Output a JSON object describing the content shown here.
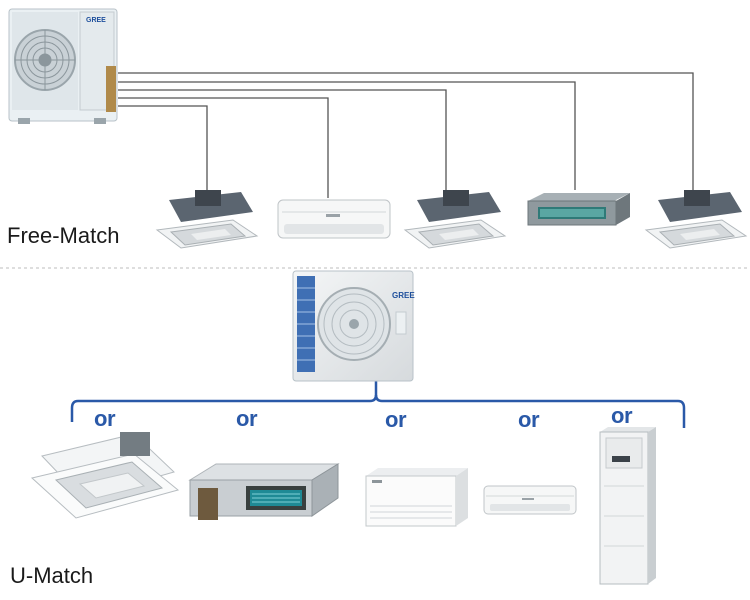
{
  "brand": {
    "name": "GREE",
    "color": "#1e4f9c"
  },
  "colors": {
    "pipe": "#555555",
    "bracket": "#2a59a8",
    "or_text": "#2a59a8",
    "divider": "#bdbdbd"
  },
  "sections": {
    "free_match": {
      "label": "Free-Match",
      "outdoor_unit": {
        "icon": "outdoor-condenser"
      },
      "indoor_units": [
        {
          "icon": "cassette-unit"
        },
        {
          "icon": "wall-split-unit"
        },
        {
          "icon": "cassette-unit"
        },
        {
          "icon": "duct-unit"
        },
        {
          "icon": "cassette-unit"
        }
      ]
    },
    "u_match": {
      "label": "U-Match",
      "outdoor_unit": {
        "icon": "outdoor-condenser"
      },
      "connector_word": "or",
      "options": [
        {
          "icon": "cassette-unit",
          "connector": "or"
        },
        {
          "icon": "duct-unit",
          "connector": "or"
        },
        {
          "icon": "ceiling-floor-unit",
          "connector": "or"
        },
        {
          "icon": "wall-split-unit",
          "connector": "or"
        },
        {
          "icon": "floor-standing-unit",
          "connector": "or"
        }
      ]
    }
  }
}
